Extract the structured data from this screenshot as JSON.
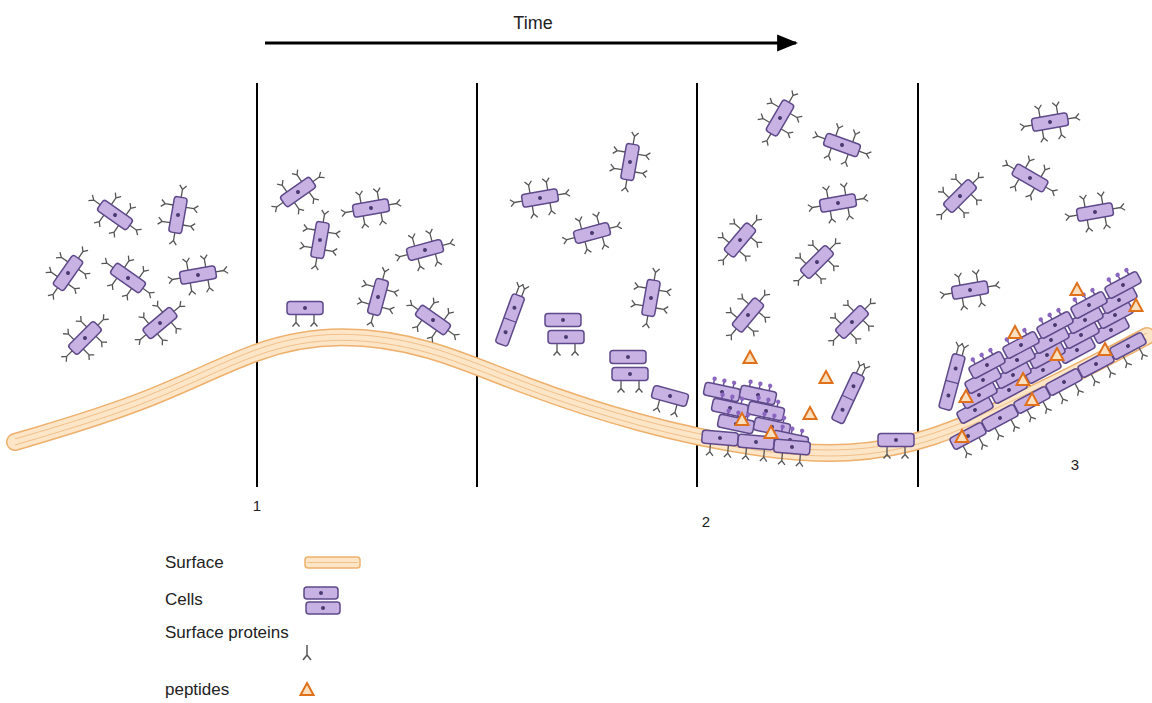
{
  "diagram": {
    "labels": [
      "Time",
      "1",
      "2",
      "3"
    ],
    "legend": [
      {
        "text": "Surface"
      },
      {
        "text": "Cells"
      },
      {
        "text": "Surface proteins"
      },
      {
        "text": "peptides"
      }
    ]
  }
}
